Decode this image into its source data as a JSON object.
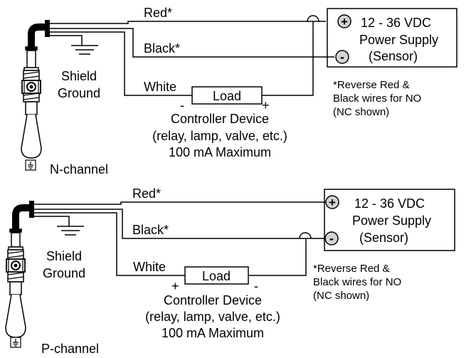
{
  "panels": {
    "top": {
      "red_label": "Red*",
      "black_label": "Black*",
      "white_label": "White",
      "shield_label_1": "Shield",
      "shield_label_2": "Ground",
      "load_label": "Load",
      "load_left_sign": "-",
      "load_right_sign": "+",
      "controller_line1": "Controller Device",
      "controller_line2": "(relay, lamp, valve, etc.)",
      "controller_line3": "100 mA Maximum",
      "supply_line1": "12 - 36 VDC",
      "supply_line2": "Power Supply",
      "supply_line3": "(Sensor)",
      "plus_symbol": "+",
      "minus_symbol": "-",
      "note_line1": "*Reverse Red &",
      "note_line2": "Black wires for NO",
      "note_line3": "(NC shown)",
      "channel_label": "N-channel"
    },
    "bottom": {
      "red_label": "Red*",
      "black_label": "Black*",
      "white_label": "White",
      "shield_label_1": "Shield",
      "shield_label_2": "Ground",
      "load_label": "Load",
      "load_left_sign": "+",
      "load_right_sign": "-",
      "controller_line1": "Controller Device",
      "controller_line2": "(relay, lamp, valve, etc.)",
      "controller_line3": "100 mA Maximum",
      "supply_line1": "12 - 36 VDC",
      "supply_line2": "Power Supply",
      "supply_line3": "(Sensor)",
      "plus_symbol": "+",
      "minus_symbol": "-",
      "note_line1": "*Reverse Red &",
      "note_line2": "Black wires for NO",
      "note_line3": "(NC shown)",
      "channel_label": "P-channel"
    }
  },
  "colors": {
    "line": "#000000",
    "terminal_fill": "#d4d4d4",
    "background": "#ffffff"
  }
}
